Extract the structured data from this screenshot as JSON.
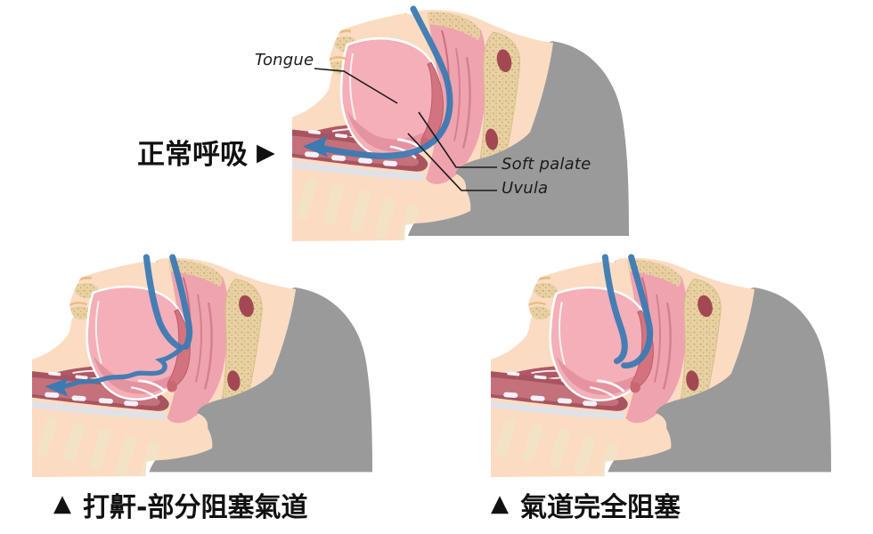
{
  "figure": {
    "top_label": {
      "text": "正常呼吸",
      "marker": "▶"
    },
    "annotations": {
      "tongue": "Tongue",
      "soft_palate": "Soft palate",
      "uvula": "Uvula"
    },
    "captions": {
      "left": {
        "marker": "▲",
        "text": "打鼾-部分阻塞氣道"
      },
      "right": {
        "marker": "▲",
        "text": "氣道完全阻塞"
      }
    },
    "panels": [
      {
        "key": "normal",
        "meaning": "正常呼吸"
      },
      {
        "key": "partial",
        "meaning": "打鼾-部分阻塞氣道"
      },
      {
        "key": "blocked",
        "meaning": "氣道完全阻塞"
      }
    ]
  },
  "colors": {
    "background": "#FFFFFF",
    "silhouette_gray": "#9A9A9A",
    "skin": "#FBDCC2",
    "bone_tan": "#E8D2A4",
    "bone_speckle": "#C9A66B",
    "tissue_pink_light": "#F4AFB8",
    "tissue_pink": "#EFA3AE",
    "tissue_red": "#A85460",
    "tissue_red_mid": "#C4717C",
    "tissue_flap": "#D2737F",
    "airflow_blue": "#3B7AB3",
    "label_text": "#111111"
  }
}
